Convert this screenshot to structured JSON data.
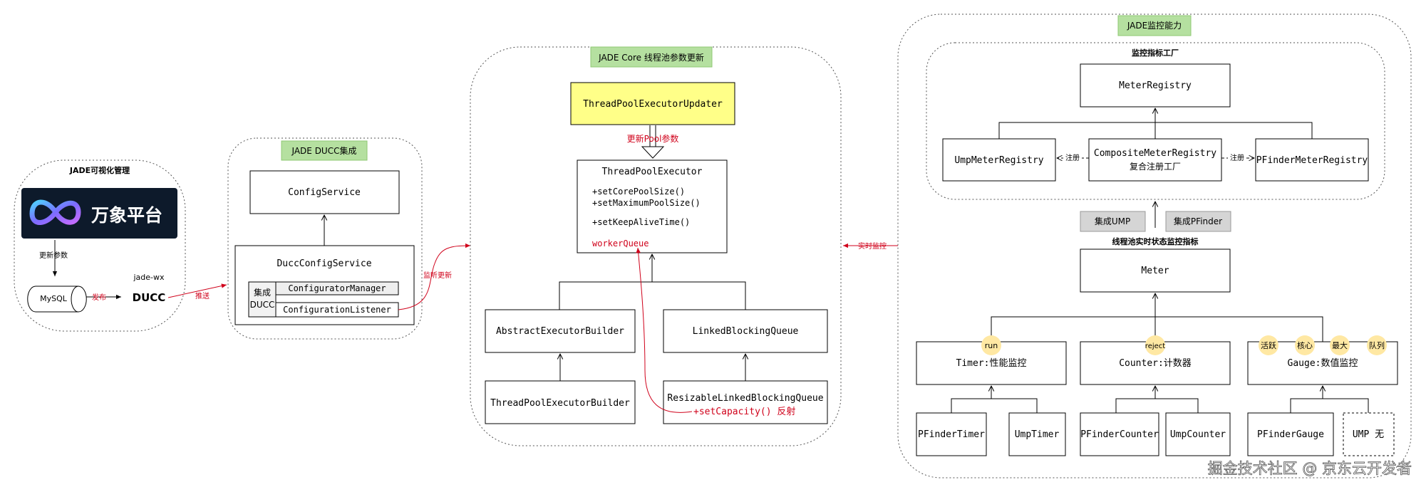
{
  "groups": {
    "visual_title": "JADE可视化管理",
    "ducc_title": "JADE DUCC集成",
    "core_title": "JADE Core 线程池参数更新",
    "monitor_title": "JADE监控能力",
    "factory_title": "监控指标工厂",
    "metrics_title": "线程池实时状态监控指标"
  },
  "visual": {
    "logo_text": "万象平台",
    "update_params": "更新参数",
    "mysql": "MySQL",
    "publish": "发布",
    "jade_wx": "jade-wx",
    "ducc": "DUCC",
    "push": "推送"
  },
  "ducc": {
    "config_service": "ConfigService",
    "ducc_config_service": "DuccConfigService",
    "integrate_label_1": "集成",
    "integrate_label_2": "DUCC",
    "configurator_manager": "ConfiguratorManager",
    "configuration_listener": "ConfigurationListener",
    "listen_update": "监听更新"
  },
  "core": {
    "updater": "ThreadPoolExecutorUpdater",
    "update_pool_params": "更新Pool参数",
    "executor": "ThreadPoolExecutor",
    "methods": [
      "+setCorePoolSize()",
      "+setMaximumPoolSize()",
      "+setKeepAliveTime()"
    ],
    "worker_queue": "workerQueue",
    "abstract_builder": "AbstractExecutorBuilder",
    "executor_builder": "ThreadPoolExecutorBuilder",
    "linked_queue": "LinkedBlockingQueue",
    "resizable_queue": "ResizableLinkedBlockingQueue",
    "set_capacity": "+setCapacity() 反射"
  },
  "monitor": {
    "realtime_monitor": "实时监控",
    "meter_registry": "MeterRegistry",
    "ump_meter_registry": "UmpMeterRegistry",
    "composite_registry": "CompositeMeterRegistry",
    "composite_sub": "复合注册工厂",
    "pfinder_meter_registry": "PFinderMeterRegistry",
    "register_left": "注册",
    "register_right": "注册",
    "integrate_ump": "集成UMP",
    "integrate_pfinder": "集成PFinder",
    "meter": "Meter",
    "timer": "Timer:性能监控",
    "counter": "Counter:计数器",
    "gauge": "Gauge:数值监控",
    "badge_run": "run",
    "badge_reject": "reject",
    "badge_active": "活跃",
    "badge_core": "核心",
    "badge_max": "最大",
    "badge_queue": "队列",
    "pfinder_timer": "PFinderTimer",
    "ump_timer": "UmpTimer",
    "pfinder_counter": "PFinderCounter",
    "ump_counter": "UmpCounter",
    "pfinder_gauge": "PFinderGauge",
    "ump_none": "UMP 无"
  },
  "watermark": "掘金技术社区 @ 京东云开发者",
  "colors": {
    "red": "#d0021b",
    "green_label": "#b5e0a0",
    "yellow_box": "#ffff88",
    "gray_button": "#d5d5d5",
    "badge": "#ffe8a3",
    "logo_bg": "#0d1a2b"
  }
}
